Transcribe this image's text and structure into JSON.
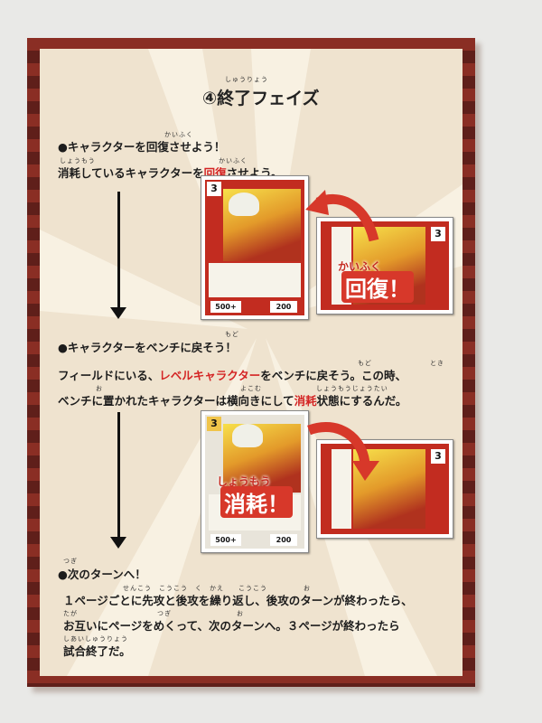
{
  "title": {
    "ruby": "しゅうりょう",
    "text": "④終了フェイズ"
  },
  "section1": {
    "heading": "●キャラクターを回復させよう！",
    "heading_ruby": "かいふく",
    "line1_pre": "消耗しているキャラクターを",
    "line1_red": "回復",
    "line1_post": "させよう。",
    "ruby_shoumou": "しょうもう",
    "ruby_kaifuku": "かいふく",
    "stamp_top": "かいふく",
    "stamp_main": "回復！"
  },
  "section2": {
    "heading": "●キャラクターをベンチに戻そう！",
    "heading_ruby": "もど",
    "line1_pre": "フィールドにいる、",
    "line1_red": "レベルキャラクター",
    "line1_post": "をベンチに戻そう。この時、",
    "line2_pre": "ベンチに置かれたキャラクターは横向きにして",
    "line2_red": "消耗",
    "line2_post": "状態にするんだ。",
    "ruby_modo": "もど",
    "ruby_toki": "とき",
    "ruby_oku": "お",
    "ruby_yokomu": "よこむ",
    "ruby_joutai": "しょうもうじょうたい",
    "stamp_top": "しょうもう",
    "stamp_main": "消耗！"
  },
  "section3": {
    "heading": "●次のターンへ！",
    "heading_ruby": "つぎ",
    "line1": "１ページごとに先攻と後攻を繰り返し、後攻のターンが終わったら、",
    "line2": "お互いにページをめくって、次のターンへ。３ページが終わったら",
    "line3": "試合終了だ。",
    "ruby_l1": "せんこう　こうこう　く　かえ　　こうこう　　　　　お",
    "ruby_l2": "たが　　　　　　　　　　　つぎ　　　　　　　　　お",
    "ruby_l3": "しあいしゅうりょう"
  },
  "cards": {
    "level": "3",
    "bp1": "500+",
    "sp1": "200",
    "bp2": "500+",
    "sp2": "200"
  },
  "colors": {
    "accent_red": "#d42424",
    "frame_brown": "#7a2a22",
    "paper": "#efe3cf"
  }
}
